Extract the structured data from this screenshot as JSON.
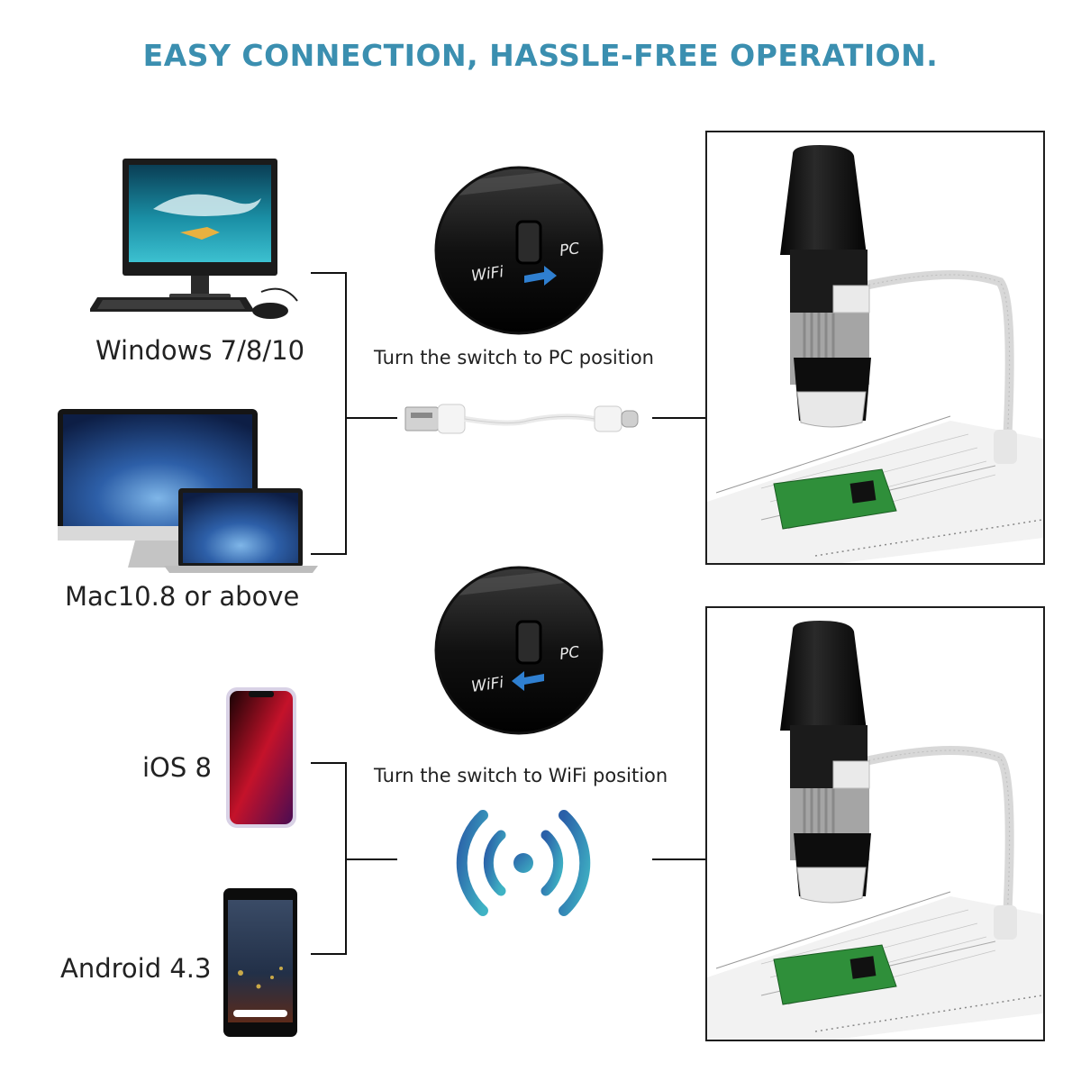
{
  "headline": "EASY CONNECTION, HASSLE-FREE OPERATION.",
  "devices": {
    "windows_label": "Windows 7/8/10",
    "mac_label": "Mac10.8 or above",
    "ios_label": "iOS 8",
    "android_label": "Android 4.3"
  },
  "pc_mode": {
    "switch_caption": "Turn the switch to PC position",
    "switch_left_text": "WiFi",
    "switch_right_text": "PC"
  },
  "wifi_mode": {
    "switch_caption": "Turn the switch to WiFi position",
    "switch_left_text": "WiFi",
    "switch_right_text": "PC"
  },
  "colors": {
    "headline": "#3b8fb0",
    "accent_blue": "#2f7fd0",
    "wifi_gradient_start": "#2a5fa8",
    "wifi_gradient_end": "#3fb3c4",
    "pcb_green": "#2f8f3a"
  },
  "icons": [
    "desktop-pc-icon",
    "imac-icon",
    "macbook-icon",
    "iphone-icon",
    "android-phone-icon",
    "usb-cable-icon",
    "wifi-signal-icon",
    "microscope-icon"
  ]
}
